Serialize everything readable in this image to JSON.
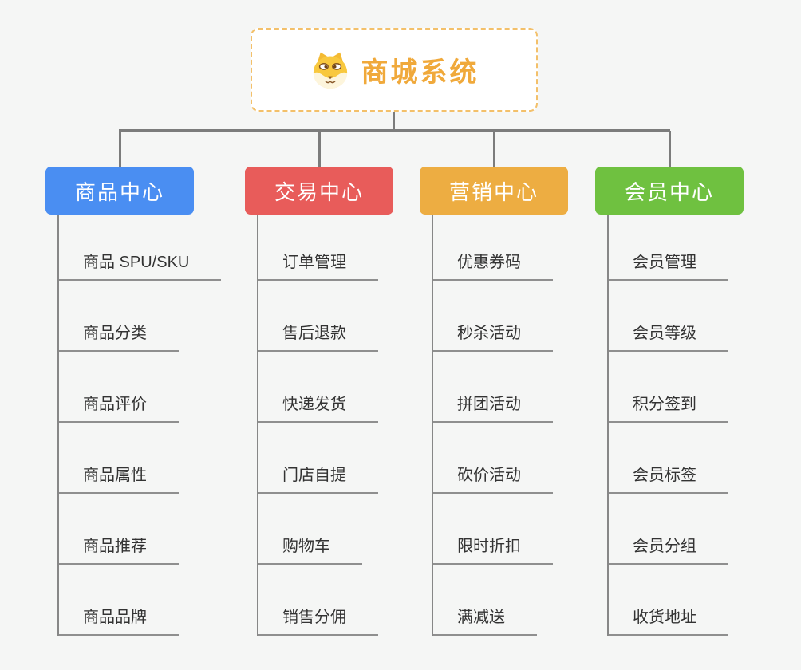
{
  "root": {
    "title": "商城系统",
    "icon": "shiba-dog-face",
    "accent_color": "#f0a93b",
    "border_color": "#f3c06a"
  },
  "canvas": {
    "background": "#f5f6f5",
    "connector_color": "#7c7c7c"
  },
  "branches": [
    {
      "label": "商品中心",
      "color": "#4a8ef2",
      "children": [
        "商品 SPU/SKU",
        "商品分类",
        "商品评价",
        "商品属性",
        "商品推荐",
        "商品品牌"
      ]
    },
    {
      "label": "交易中心",
      "color": "#e85c5a",
      "children": [
        "订单管理",
        "售后退款",
        "快递发货",
        "门店自提",
        "购物车",
        "销售分佣"
      ]
    },
    {
      "label": "营销中心",
      "color": "#edad42",
      "children": [
        "优惠券码",
        "秒杀活动",
        "拼团活动",
        "砍价活动",
        "限时折扣",
        "满减送"
      ]
    },
    {
      "label": "会员中心",
      "color": "#6fc140",
      "children": [
        "会员管理",
        "会员等级",
        "积分签到",
        "会员标签",
        "会员分组",
        "收货地址"
      ]
    }
  ]
}
